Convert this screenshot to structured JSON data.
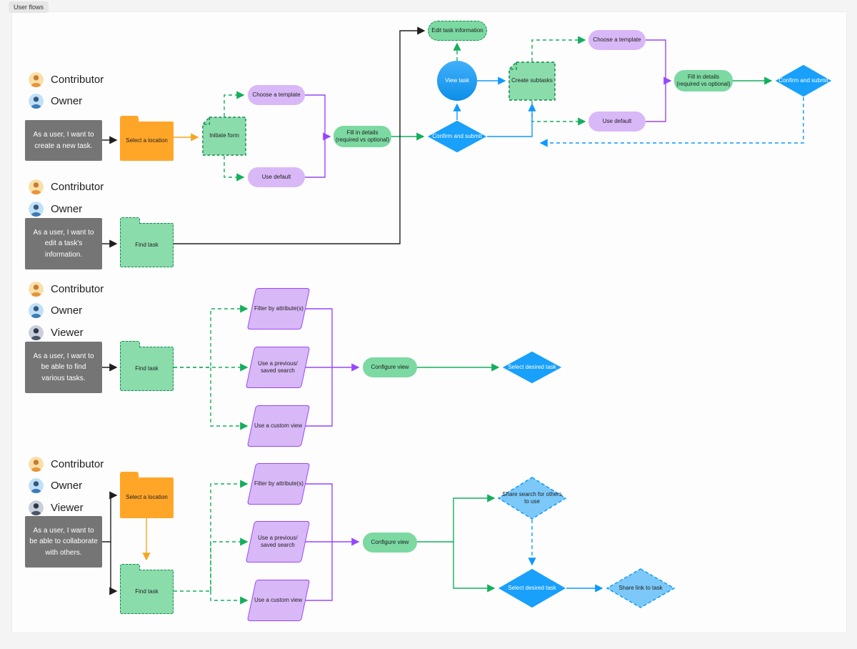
{
  "chip": {
    "label": "User flows"
  },
  "roles": {
    "contributor": "Contributor",
    "owner": "Owner",
    "viewer": "Viewer"
  },
  "stories": {
    "create": "As a user, I want to create a new task.",
    "edit": "As a user, I want to edit a task's information.",
    "find": "As a user, I want to be able to find various tasks.",
    "collaborate": "As a user, I want to be able to collaborate with others."
  },
  "nodes": {
    "select_location_1": "Select a location",
    "initiate_form": "Initiate form",
    "choose_template_1": "Choose a template",
    "use_default_1": "Use default",
    "fill_details_1": "Fill in details\n(required vs optional)",
    "confirm_submit_1": "Confirm and submit",
    "view_task": "View task",
    "create_subtasks": "Create subtasks",
    "edit_task_info": "Edit task information",
    "choose_template_2": "Choose a template",
    "use_default_2": "Use default",
    "fill_details_2": "Fill in details\n(required vs optional)",
    "confirm_submit_2": "Confirm and submit",
    "find_task_1": "Find task",
    "find_task_2": "Find task",
    "filter_attr_1": "Filter by attribute(s)",
    "prev_search_1": "Use a previous/ saved search",
    "custom_view_1": "Use a custom view",
    "configure_view_1": "Configure view",
    "select_task_1": "Select desired task",
    "select_location_2": "Select a location",
    "find_task_3": "Find task",
    "filter_attr_2": "Filter by attribute(s)",
    "prev_search_2": "Use a previous/ saved search",
    "custom_view_2": "Use a custom view",
    "configure_view_2": "Configure view",
    "share_search": "Share search for others to use",
    "select_task_2": "Select desired task",
    "share_link": "Share link to task"
  },
  "palette": {
    "green_line": "#14AE5C",
    "green_fill": "#7CD9A2",
    "green_node_fill": "#8BDCAB",
    "green_border": "#0E8A4D",
    "purple_line": "#9747FF",
    "purple_fill": "#D9B8F7",
    "blue_line": "#0D99FF",
    "blue_fill": "#18A0FB",
    "light_blue_fill": "#7CC9F9",
    "orange_fill": "#FFA629",
    "story_gray": "#757575",
    "ink": "#1e1e1e"
  }
}
